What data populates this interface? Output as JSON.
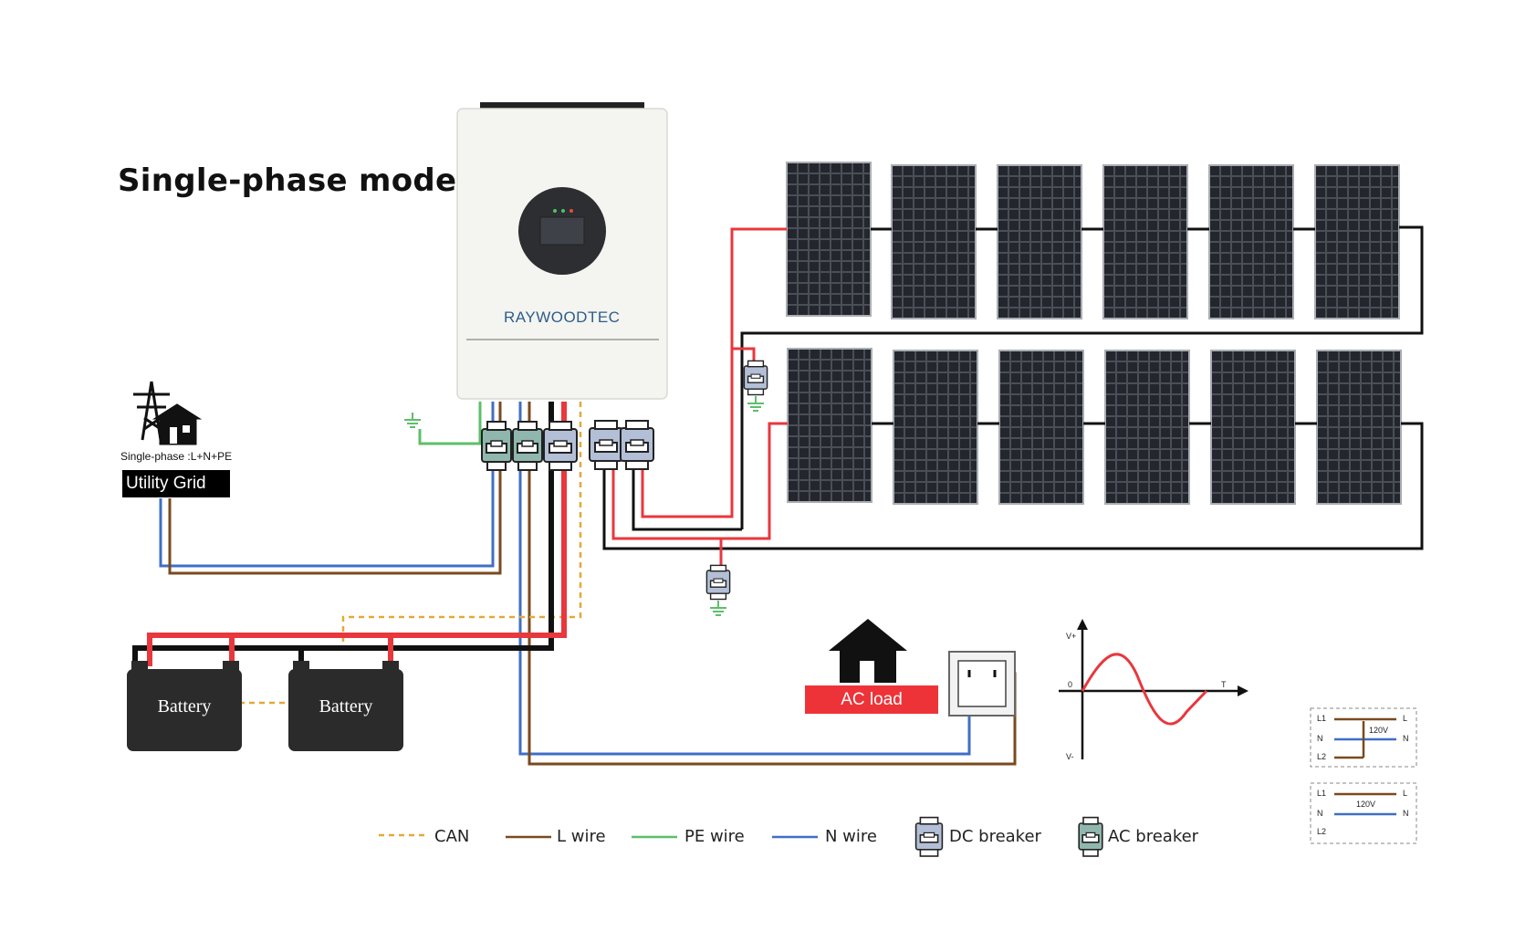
{
  "title": "Single-phase mode",
  "inverter": {
    "brand": "RAYWOODTEC"
  },
  "utility": {
    "subtitle": "Single-phase :L+N+PE",
    "label": "Utility Grid"
  },
  "batteries": [
    {
      "label": "Battery"
    },
    {
      "label": "Battery"
    }
  ],
  "ac_load": {
    "label": "AC load"
  },
  "waveform": {
    "y_top": "V+",
    "y_bottom": "V-",
    "origin": "0",
    "x_label": "T"
  },
  "legend": {
    "can": "CAN",
    "l_wire": "L wire",
    "pe_wire": "PE wire",
    "n_wire": "N wire",
    "dc_breaker": "DC breaker",
    "ac_breaker": "AC breaker"
  },
  "split_phase_box_1": {
    "l1": "L1",
    "n": "N",
    "l2": "L2",
    "voltage": "120V",
    "l_out": "L",
    "n_out": "N"
  },
  "split_phase_box_2": {
    "l1": "L1",
    "n": "N",
    "l2": "L2",
    "voltage": "120V",
    "l_out": "L",
    "n_out": "N"
  },
  "colors": {
    "l_wire": "#7a4a1e",
    "n_wire": "#3f6fc5",
    "pe_wire": "#5cbf6a",
    "can": "#e2a93a",
    "pv_positive": "#e8373d",
    "pv_negative": "#111111",
    "battery_body": "#2b2b2b",
    "ac_load": "#ee3338",
    "solar_panel": "#1e2026"
  },
  "icons": {
    "grid": "transmission-tower-house-icon",
    "home": "house-icon",
    "dc_breaker": "dc-breaker-icon",
    "ac_breaker": "ac-breaker-icon",
    "ground": "ground-icon",
    "socket": "wall-socket-icon"
  }
}
